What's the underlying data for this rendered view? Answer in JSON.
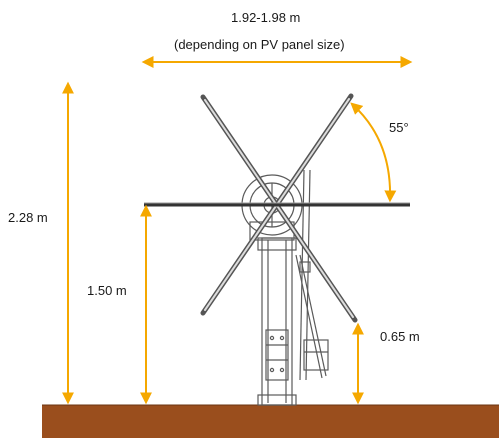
{
  "labels": {
    "width_range": "1.92-1.98 m",
    "width_note": "(depending on PV panel size)",
    "tilt_angle": "55°",
    "total_height": "2.28 m",
    "axis_height": "1.50 m",
    "ground_clearance": "0.65 m"
  },
  "colors": {
    "dimension_arrow": "#f5a800",
    "ground": "#9a4e1d",
    "structure": "#5a5a5a",
    "panel": "#333333"
  }
}
